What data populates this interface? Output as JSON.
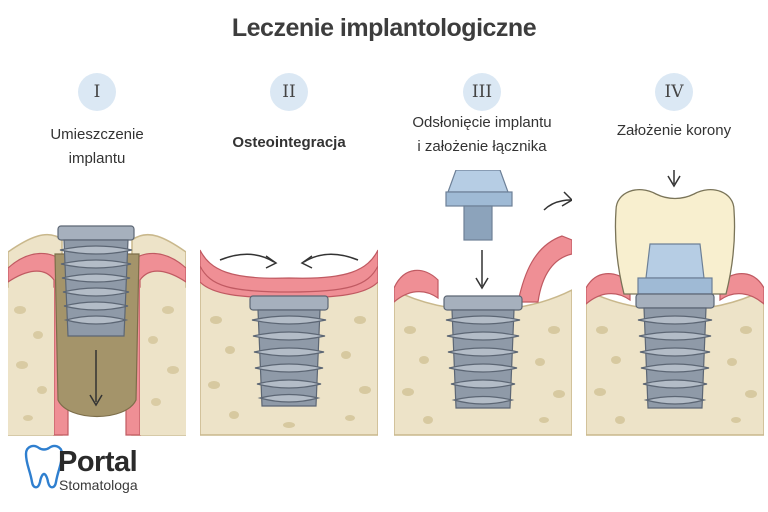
{
  "title": "Leczenie implantologiczne",
  "stages": [
    {
      "numeral": "I",
      "caption_lines": [
        "Umieszczenie",
        "implantu"
      ]
    },
    {
      "numeral": "II",
      "caption_lines": [
        "Osteointegracja"
      ]
    },
    {
      "numeral": "III",
      "caption_lines": [
        "Odsłonięcie implantu",
        "i założenie łącznika"
      ]
    },
    {
      "numeral": "IV",
      "caption_lines": [
        "Założenie korony"
      ]
    }
  ],
  "logo": {
    "word": "Portal",
    "subtitle": "Stomatologa"
  },
  "colors": {
    "gum": "#ef8f95",
    "gum_outline": "#c05a62",
    "bone": "#ede3c8",
    "bone_outline": "#c9b88c",
    "implant": "#8f9aa8",
    "abutment": "#b6cde4",
    "crown": "#f8efcf",
    "socket": "#a4946a",
    "numeral_bg": "#dbe8f4",
    "logo_blue": "#2f7fcf"
  }
}
